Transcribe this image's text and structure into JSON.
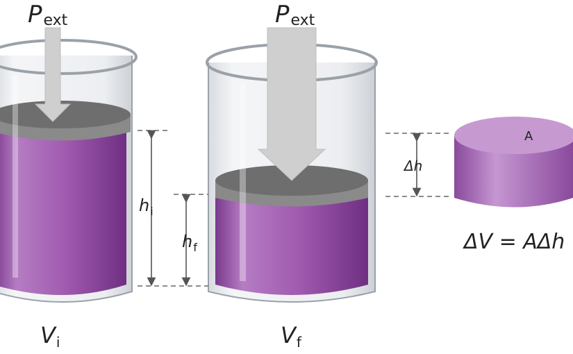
{
  "pressure": {
    "symbol": "P",
    "subscript": "ext"
  },
  "initial": {
    "height": {
      "symbol": "h",
      "subscript": "i"
    },
    "volume": {
      "symbol": "V",
      "subscript": "i"
    }
  },
  "final": {
    "height": {
      "symbol": "h",
      "subscript": "f"
    },
    "volume": {
      "symbol": "V",
      "subscript": "f"
    }
  },
  "delta_h": {
    "symbol": "Δh"
  },
  "disk": {
    "area_label": "A"
  },
  "equation": {
    "text": "ΔV = AΔh"
  },
  "colors": {
    "liquid": "#a35fb1",
    "liquid_dark": "#7f3f8f",
    "piston": "#7d7d7d",
    "glass": "#e7e9ec",
    "arrow": "#c9c9c9"
  }
}
